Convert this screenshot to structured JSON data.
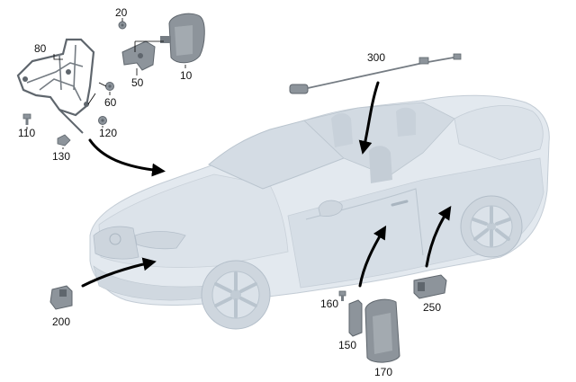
{
  "diagram": {
    "labels": [
      "20",
      "80",
      "10",
      "50",
      "60",
      "300",
      "110",
      "120",
      "130",
      "200",
      "160",
      "150",
      "250",
      "170"
    ],
    "colors": {
      "car_fill": "#e3e9ef",
      "car_shade": "#ccd5de",
      "car_line": "#b7c2cc",
      "part_fill": "#8d949b",
      "part_dark": "#5f666d",
      "leader": "#000000",
      "label": "#111111"
    }
  }
}
